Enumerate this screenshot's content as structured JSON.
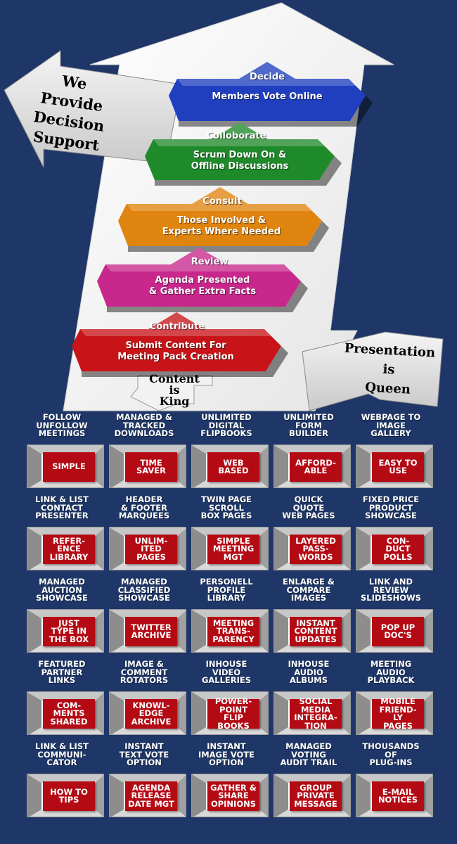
{
  "callouts": {
    "left_arrow": "We\nProvide\nDecision\nSupport",
    "right_arrow": "Presentation\nis\nQueen",
    "down_arrow": "Content\nis\nKing"
  },
  "stages": [
    {
      "title": "Decide",
      "desc": "Members Vote Online",
      "color": "#1f3fbf"
    },
    {
      "title": "Colloborate",
      "desc": "Scrum Down On &\nOffline Discussions",
      "color": "#1f8a2a"
    },
    {
      "title": "Consult",
      "desc": "Those Involved &\nExperts Where Needed",
      "color": "#e08410"
    },
    {
      "title": "Review",
      "desc": "Agenda Presented\n& Gather Extra Facts",
      "color": "#c8288c"
    },
    {
      "title": "Contribute",
      "desc": "Submit Content For\nMeeting Pack Creation",
      "color": "#c81418"
    }
  ],
  "features": [
    {
      "label": "Follow\nUnfollow\nMeetings",
      "tag": "Simple"
    },
    {
      "label": "Managed &\nTracked\nDownloads",
      "tag": "Time\nSaver"
    },
    {
      "label": "Unlimited\nDigital\nFlipbooks",
      "tag": "Web\nBased"
    },
    {
      "label": "Unlimited\nForm\nBuilder",
      "tag": "Afford-\nable"
    },
    {
      "label": "Webpage to\nImage\nGallery",
      "tag": "Easy to\nUse"
    },
    {
      "label": "Link & List\nContact\nPresenter",
      "tag": "Refer-\nence\nLibrary"
    },
    {
      "label": "Header\n& Footer\nMarquees",
      "tag": "Unlim-\nited\nPages"
    },
    {
      "label": "Twin Page\nScroll\nBox Pages",
      "tag": "Simple\nMeeting\nMGT"
    },
    {
      "label": "Quick\nQuote\nWeb Pages",
      "tag": "Layered\nPass-\nwords"
    },
    {
      "label": "Fixed Price\nProduct\nShowcase",
      "tag": "Con-\nduct\nPolls"
    },
    {
      "label": "Managed\nAuction\nShowcase",
      "tag": "Just\nType in\nthe Box"
    },
    {
      "label": "Managed\nClassified\nShowcase",
      "tag": "Twitter\nArchive"
    },
    {
      "label": "Personell\nProfile\nLibrary",
      "tag": "Meeting\nTrans-\nparency"
    },
    {
      "label": "Enlarge &\nCompare\nImages",
      "tag": "Instant\nContent\nUpdates"
    },
    {
      "label": "Link and\nReview\nSlideshows",
      "tag": "Pop Up\nDoc's"
    },
    {
      "label": "Featured\nPartner\nLinks",
      "tag": "Com-\nments\nShared"
    },
    {
      "label": "Image &\nComment\nRotators",
      "tag": "Knowl-\nedge\nArchive"
    },
    {
      "label": "Inhouse\nVideo\nGalleries",
      "tag": "Power-\npoint\nFlip\nBooks"
    },
    {
      "label": "Inhouse\nAudio\nAlbums",
      "tag": "Social\nMedia\nIntegra-\ntion"
    },
    {
      "label": "Meeting\nAudio\nPlayback",
      "tag": "Mobile\nFriend-\nly\nPages"
    },
    {
      "label": "Link & List\nCommuni-\ncator",
      "tag": "How to\nTips"
    },
    {
      "label": "Instant\nText Vote\nOption",
      "tag": "Agenda\nRelease\nDate MGT"
    },
    {
      "label": "Instant\nImage Vote\nOption",
      "tag": "Gather &\nShare\nOpinions"
    },
    {
      "label": "Managed\nVoting\nAudit Trail",
      "tag": "Group\nPrivate\nMessage"
    },
    {
      "label": "Thousands\nof\nPlug-ins",
      "tag": "E-Mail\nNotices"
    }
  ]
}
